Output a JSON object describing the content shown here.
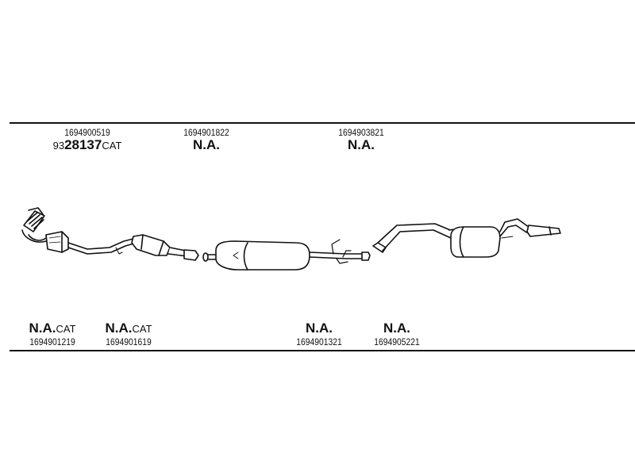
{
  "top_labels": [
    {
      "part_number": "1694900519",
      "ref_prefix": "93",
      "ref_main": "28137",
      "ref_suffix": "CAT"
    },
    {
      "part_number": "1694901822",
      "ref_prefix": "",
      "ref_main": "N.A.",
      "ref_suffix": ""
    },
    {
      "part_number": "1694903821",
      "ref_prefix": "",
      "ref_main": "N.A.",
      "ref_suffix": ""
    }
  ],
  "bottom_labels": [
    {
      "ref_main": "N.A.",
      "ref_suffix": "CAT",
      "part_number": "1694901219"
    },
    {
      "ref_main": "N.A.",
      "ref_suffix": "CAT",
      "part_number": "1694901619"
    },
    {
      "ref_main": "N.A.",
      "ref_suffix": "",
      "part_number": "1694901321"
    },
    {
      "ref_main": "N.A.",
      "ref_suffix": "",
      "part_number": "1694905221"
    }
  ],
  "colors": {
    "line": "#111111",
    "fill": "#ffffff",
    "shade": "#d9d9d9"
  }
}
